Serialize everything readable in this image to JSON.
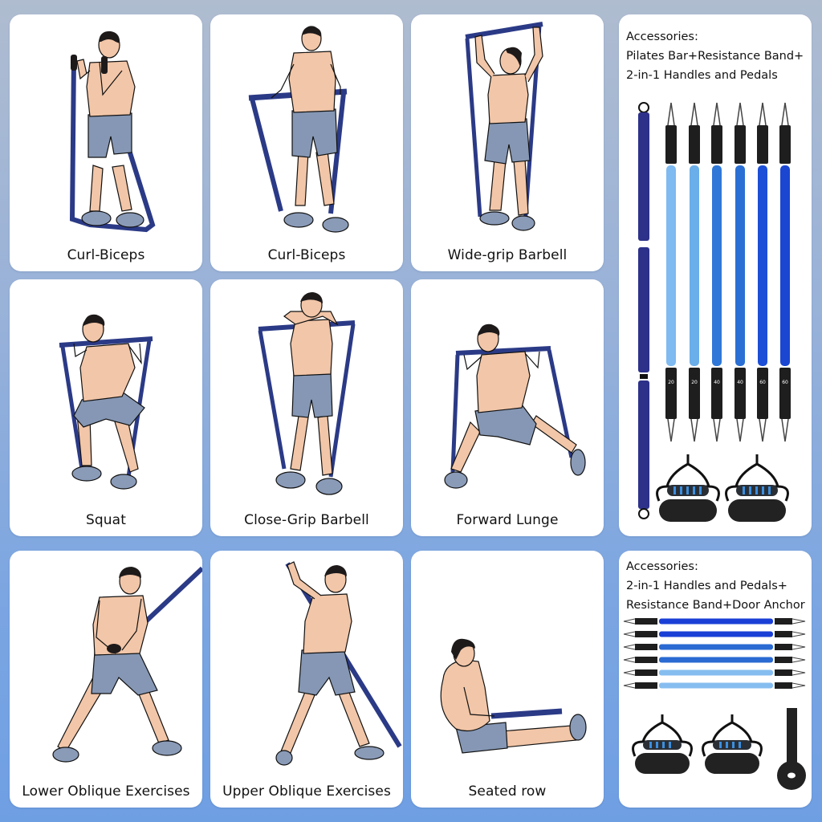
{
  "exercises": [
    {
      "label": "Curl-Biceps"
    },
    {
      "label": "Curl-Biceps"
    },
    {
      "label": "Wide-grip Barbell"
    },
    {
      "label": "Squat"
    },
    {
      "label": "Close-Grip Barbell"
    },
    {
      "label": "Forward Lunge"
    },
    {
      "label": "Lower Oblique Exercises"
    },
    {
      "label": "Upper Oblique Exercises"
    },
    {
      "label": "Seated row"
    }
  ],
  "accessories_top": {
    "heading": "Accessories:",
    "line1": "Pilates Bar+Resistance Band+",
    "line2": "2-in-1 Handles and Pedals",
    "band_labels": [
      "20",
      "20",
      "40",
      "40",
      "60",
      "60"
    ],
    "band_colors": [
      "#7fbaf0",
      "#6aaeea",
      "#2f78d8",
      "#2a6fd4",
      "#1c4fd8",
      "#1a46d2"
    ],
    "bar_color": "#2d3189"
  },
  "accessories_bottom": {
    "heading": "Accessories:",
    "line1": "2-in-1 Handles and Pedals+",
    "line2": "Resistance Band+Door Anchor",
    "band_colors": [
      "#1a3fd6",
      "#1a3fd6",
      "#2a6ad2",
      "#2a6ad2",
      "#86bdf0",
      "#86bdf0"
    ]
  },
  "colors": {
    "band_dark": "#2b3a86",
    "skin": "#f2c6a8",
    "shorts": "#8597b4",
    "shoe": "#8a9bb8",
    "hair": "#1e1a1a"
  }
}
